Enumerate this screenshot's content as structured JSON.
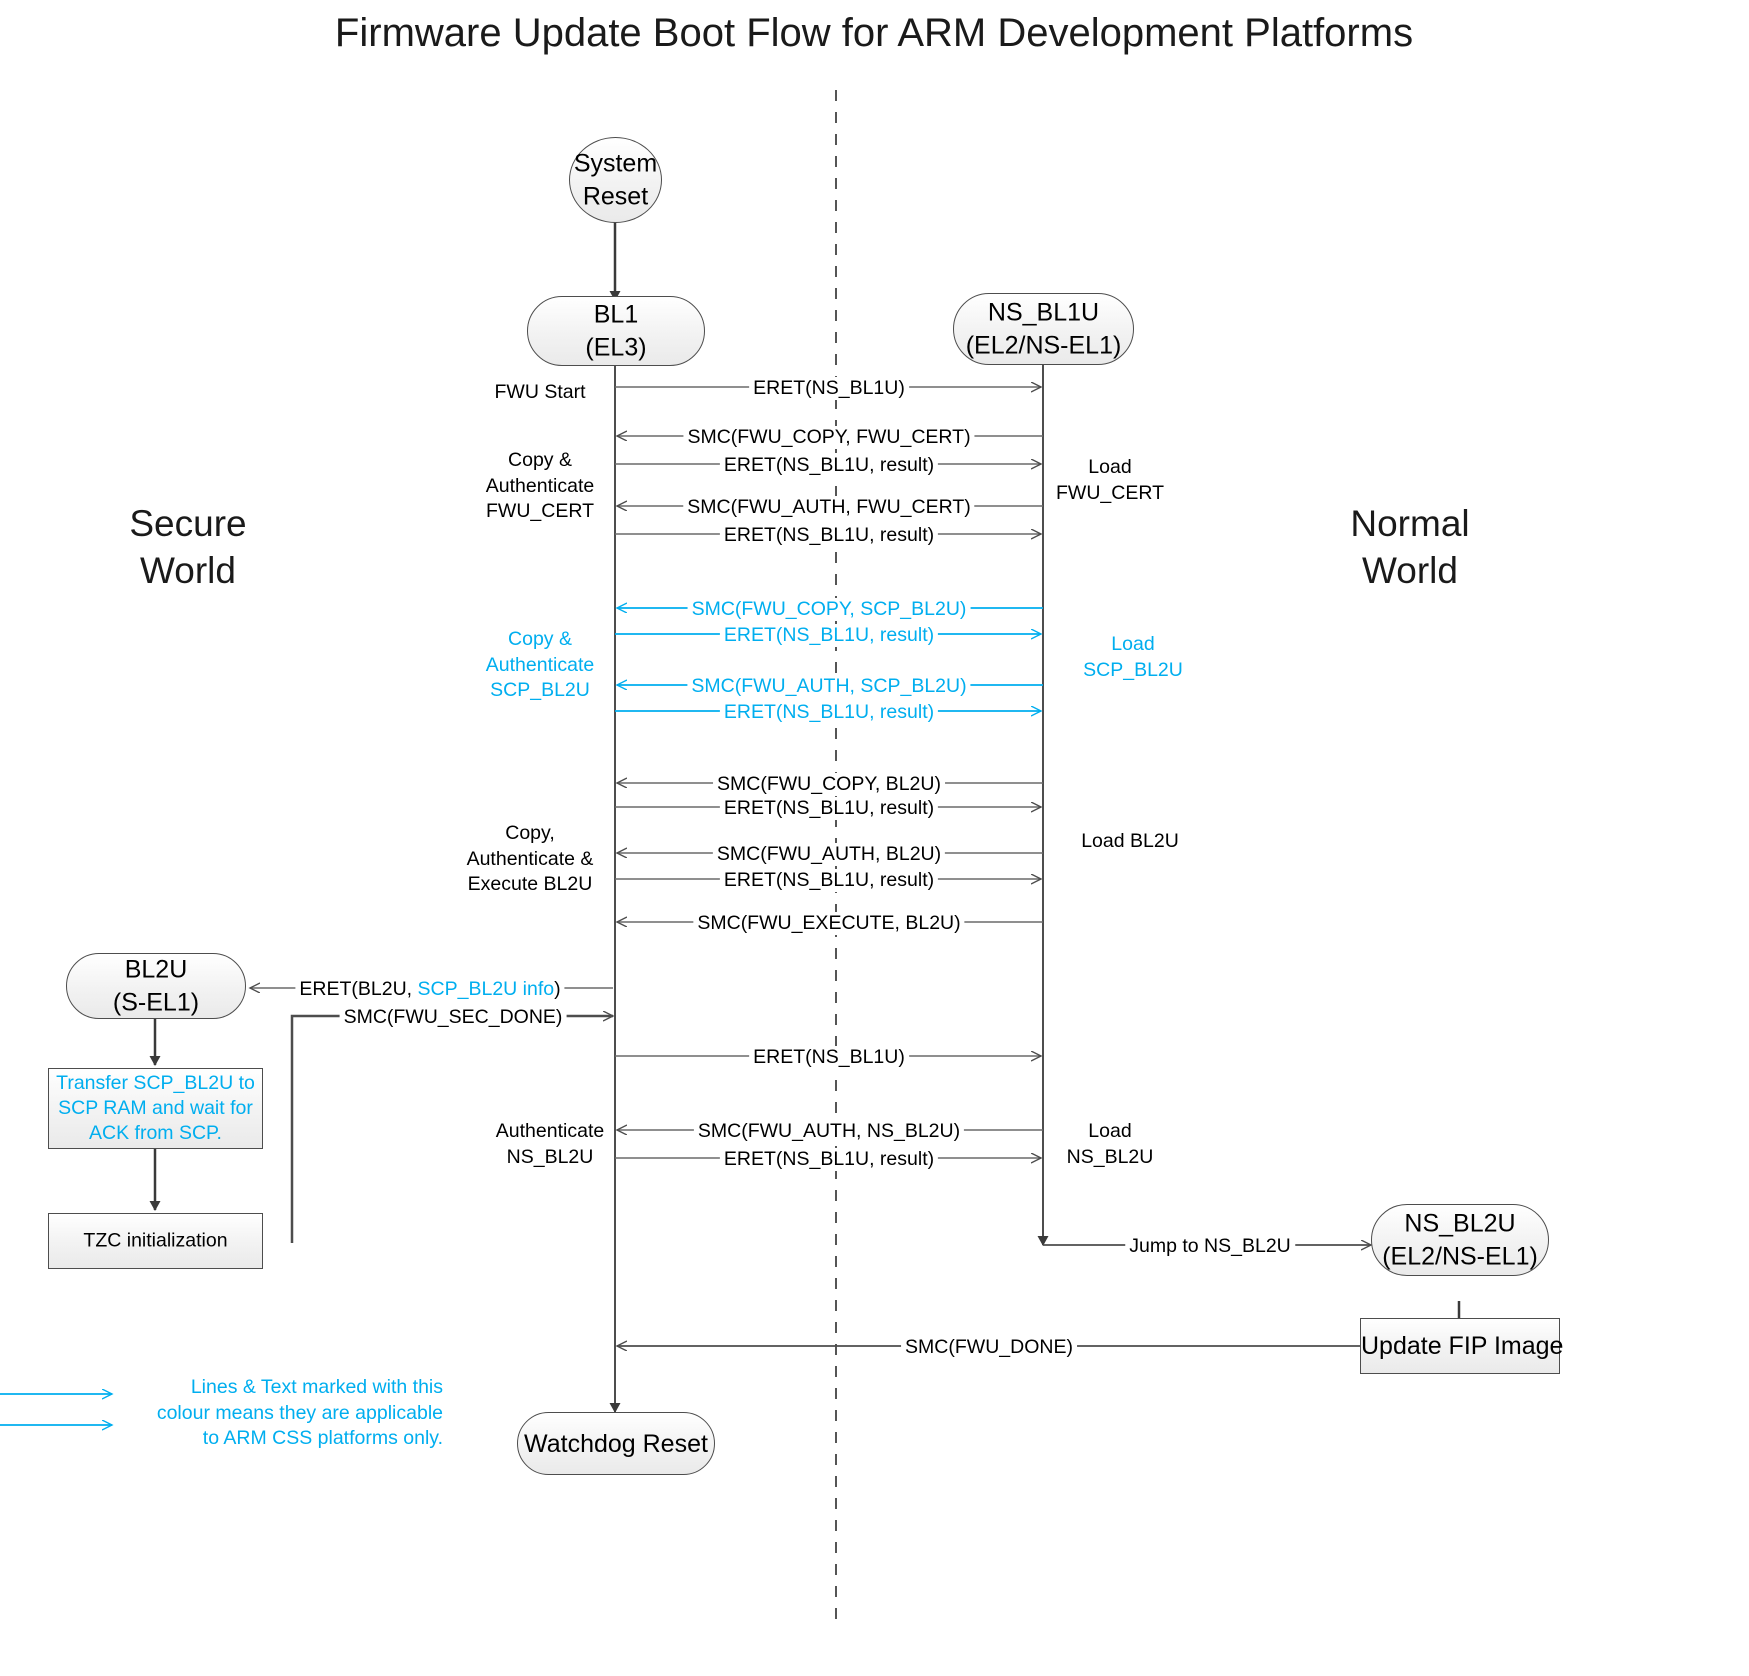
{
  "title": "Firmware Update Boot Flow for ARM Development Platforms",
  "colors": {
    "accent_cyan": "#00AEEF",
    "line_gray": "#4d4d4d",
    "text_black": "#000000",
    "node_fill": "#f2f2f2"
  },
  "world_labels": {
    "secure": "Secure\nWorld",
    "normal": "Normal\nWorld"
  },
  "nodes": {
    "system_reset": "System\nReset",
    "bl1": "BL1\n(EL3)",
    "ns_bl1u": "NS_BL1U\n(EL2/NS-EL1)",
    "bl2u": "BL2U\n(S-EL1)",
    "ns_bl2u": "NS_BL2U\n(EL2/NS-EL1)",
    "watchdog_reset": "Watchdog Reset",
    "transfer_scp": "Transfer SCP_BL2U to\nSCP RAM and wait for\nACK from SCP.",
    "tzc_init": "TZC initialization",
    "update_fip": "Update FIP Image"
  },
  "messages": [
    {
      "id": "m1",
      "text": "ERET(NS_BL1U)",
      "cyan": false
    },
    {
      "id": "m2",
      "text": "SMC(FWU_COPY, FWU_CERT)",
      "cyan": false
    },
    {
      "id": "m3",
      "text": "ERET(NS_BL1U, result)",
      "cyan": false
    },
    {
      "id": "m4",
      "text": "SMC(FWU_AUTH, FWU_CERT)",
      "cyan": false
    },
    {
      "id": "m5",
      "text": "ERET(NS_BL1U, result)",
      "cyan": false
    },
    {
      "id": "m6",
      "text": "SMC(FWU_COPY, SCP_BL2U)",
      "cyan": true
    },
    {
      "id": "m7",
      "text": "ERET(NS_BL1U, result)",
      "cyan": true
    },
    {
      "id": "m8",
      "text": "SMC(FWU_AUTH, SCP_BL2U)",
      "cyan": true
    },
    {
      "id": "m9",
      "text": "ERET(NS_BL1U, result)",
      "cyan": true
    },
    {
      "id": "m10",
      "text": "SMC(FWU_COPY, BL2U)",
      "cyan": false
    },
    {
      "id": "m11",
      "text": "ERET(NS_BL1U, result)",
      "cyan": false
    },
    {
      "id": "m12",
      "text": "SMC(FWU_AUTH, BL2U)",
      "cyan": false
    },
    {
      "id": "m13",
      "text": "ERET(NS_BL1U, result)",
      "cyan": false
    },
    {
      "id": "m14",
      "text": "SMC(FWU_EXECUTE, BL2U)",
      "cyan": false
    },
    {
      "id": "m15",
      "text": "SMC(FWU_SEC_DONE)",
      "cyan": false
    },
    {
      "id": "m16",
      "text": "ERET(NS_BL1U)",
      "cyan": false
    },
    {
      "id": "m17",
      "text": "SMC(FWU_AUTH, NS_BL2U)",
      "cyan": false
    },
    {
      "id": "m18",
      "text": "ERET(NS_BL1U, result)",
      "cyan": false
    },
    {
      "id": "m19",
      "text": "Jump to NS_BL2U",
      "cyan": false
    },
    {
      "id": "m20",
      "text": "SMC(FWU_DONE)",
      "cyan": false
    }
  ],
  "eret_bl2u": {
    "prefix": "ERET(BL2U, ",
    "highlight": "SCP_BL2U info",
    "suffix": ")"
  },
  "left_annotations": [
    {
      "id": "a1",
      "text": "FWU Start",
      "cyan": false
    },
    {
      "id": "a2",
      "text": "Copy &\nAuthenticate\nFWU_CERT",
      "cyan": false
    },
    {
      "id": "a3",
      "text": "Copy &\nAuthenticate\nSCP_BL2U",
      "cyan": true
    },
    {
      "id": "a4",
      "text": "Copy,\nAuthenticate &\nExecute BL2U",
      "cyan": false
    },
    {
      "id": "a5",
      "text": "Authenticate\nNS_BL2U",
      "cyan": false
    }
  ],
  "right_annotations": [
    {
      "id": "r1",
      "text": "Load\nFWU_CERT",
      "cyan": false
    },
    {
      "id": "r2",
      "text": "Load\nSCP_BL2U",
      "cyan": true
    },
    {
      "id": "r3",
      "text": "Load BL2U",
      "cyan": false
    },
    {
      "id": "r4",
      "text": "Load\nNS_BL2U",
      "cyan": false
    }
  ],
  "legend": {
    "text": "Lines & Text marked with this\ncolour means they are applicable\nto ARM CSS platforms only."
  }
}
